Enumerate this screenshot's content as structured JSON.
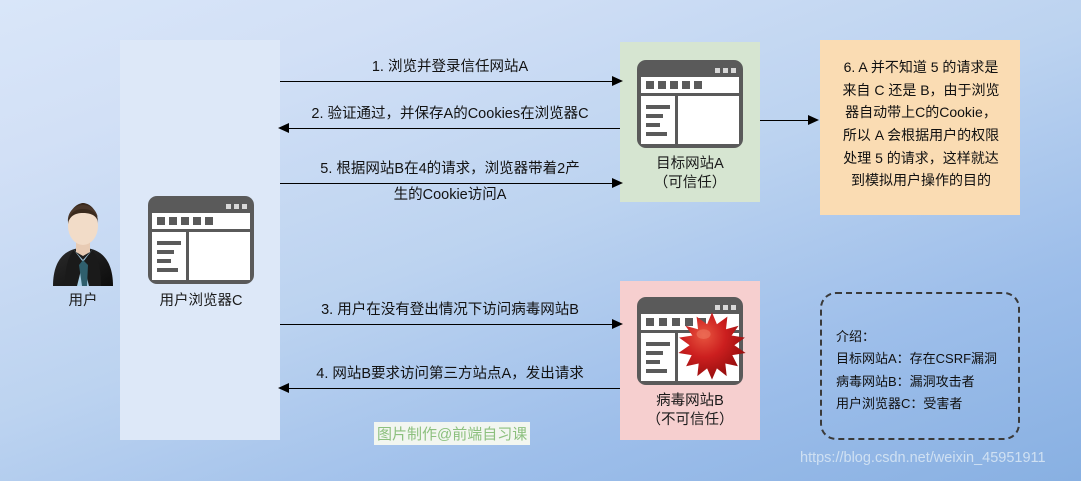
{
  "colors": {
    "background_top": "#d9e6f9",
    "background_bottom": "#88b0e2",
    "browser_column": "#dde8f8",
    "site_a_panel": "#d6e5d1",
    "site_b_panel": "#f6cfcf",
    "note_panel": "#fadcb3",
    "legend_border": "#3a3a3a",
    "icon_gray": "#5a5a5a",
    "virus_red": "#c01a1a",
    "maker_watermark": "#8cc07e",
    "url_watermark": "#cfe0f2"
  },
  "actors": {
    "user_label": "用户",
    "browser_label": "用户浏览器C",
    "site_a_label_line1": "目标网站A",
    "site_a_label_line2": "（可信任）",
    "site_b_label_line1": "病毒网站B",
    "site_b_label_line2": "（不可信任）"
  },
  "arrows": [
    {
      "id": "step-1",
      "direction": "right",
      "label_line1": "1. 浏览并登录信任网站A",
      "label_line2": ""
    },
    {
      "id": "step-2",
      "direction": "left",
      "label_line1": "2. 验证通过，并保存A的Cookies在浏览器C",
      "label_line2": ""
    },
    {
      "id": "step-5",
      "direction": "right",
      "label_line1": "5. 根据网站B在4的请求，浏览器带着2产",
      "label_line2": "生的Cookie访问A"
    },
    {
      "id": "step-3",
      "direction": "right",
      "label_line1": "3. 用户在没有登出情况下访问病毒网站B",
      "label_line2": ""
    },
    {
      "id": "step-4",
      "direction": "left",
      "label_line1": "4. 网站B要求访问第三方站点A，发出请求",
      "label_line2": ""
    }
  ],
  "note": {
    "lines": [
      "6. A 并不知道 5 的请求是",
      "来自 C 还是 B，由于浏览",
      "器自动带上C的Cookie，",
      "所以 A 会根据用户的权限",
      "处理 5 的请求，这样就达",
      "到模拟用户操作的目的"
    ]
  },
  "legend": {
    "title": "介绍：",
    "items": [
      "目标网站A：存在CSRF漏洞",
      "病毒网站B：漏洞攻击者",
      "用户浏览器C：受害者"
    ]
  },
  "watermarks": {
    "maker": "图片制作@前端自习课",
    "url": "https://blog.csdn.net/weixin_45951911"
  },
  "icons": {
    "user": "businessman-avatar-icon",
    "browser": "browser-window-icon",
    "virus": "virus-burst-icon"
  }
}
